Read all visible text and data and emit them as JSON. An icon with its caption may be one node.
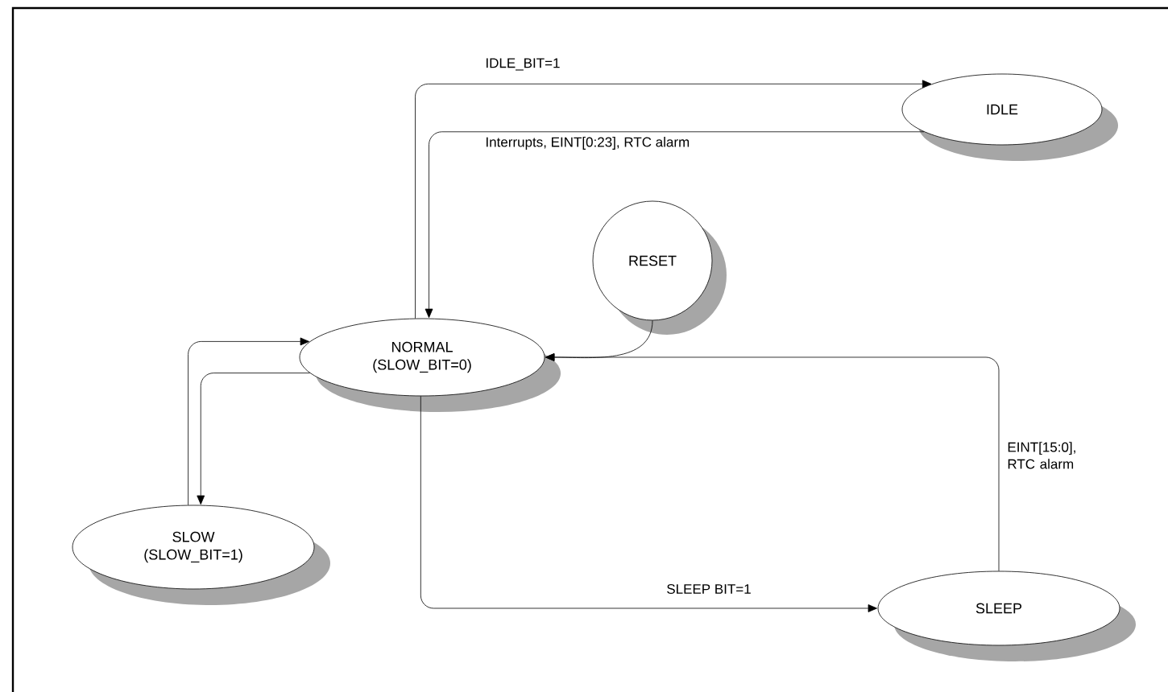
{
  "diagram": {
    "nodes": [
      {
        "text": [
          "IDLE"
        ]
      },
      {
        "text": [
          "RESET"
        ]
      },
      {
        "text": [
          "NORMAL (SLOW_BIT=0)"
        ]
      },
      {
        "text": [
          "SLOW (SLOW_BIT=1)"
        ]
      },
      {
        "text": [
          "SLEEP"
        ]
      }
    ],
    "edges": [
      {
        "from": 2,
        "to": 0,
        "arrow": "to",
        "label": "IDLE_BIT=1"
      },
      {
        "from": 0,
        "to": 2,
        "arrow": "to",
        "label": "Interrupts, EINT[0:23], RTC alarm"
      },
      {
        "from": 1,
        "to": 2,
        "arrow": "to"
      },
      {
        "from": 3,
        "to": 2,
        "arrow": "to"
      },
      {
        "from": 2,
        "to": 3,
        "arrow": "to"
      },
      {
        "from": 2,
        "to": 4,
        "arrow": "to",
        "label": "SLEEP BIT=1"
      },
      {
        "from": 4,
        "to": 2,
        "arrow": "to",
        "label": "EINT[15:0], RTC alarm"
      }
    ]
  }
}
